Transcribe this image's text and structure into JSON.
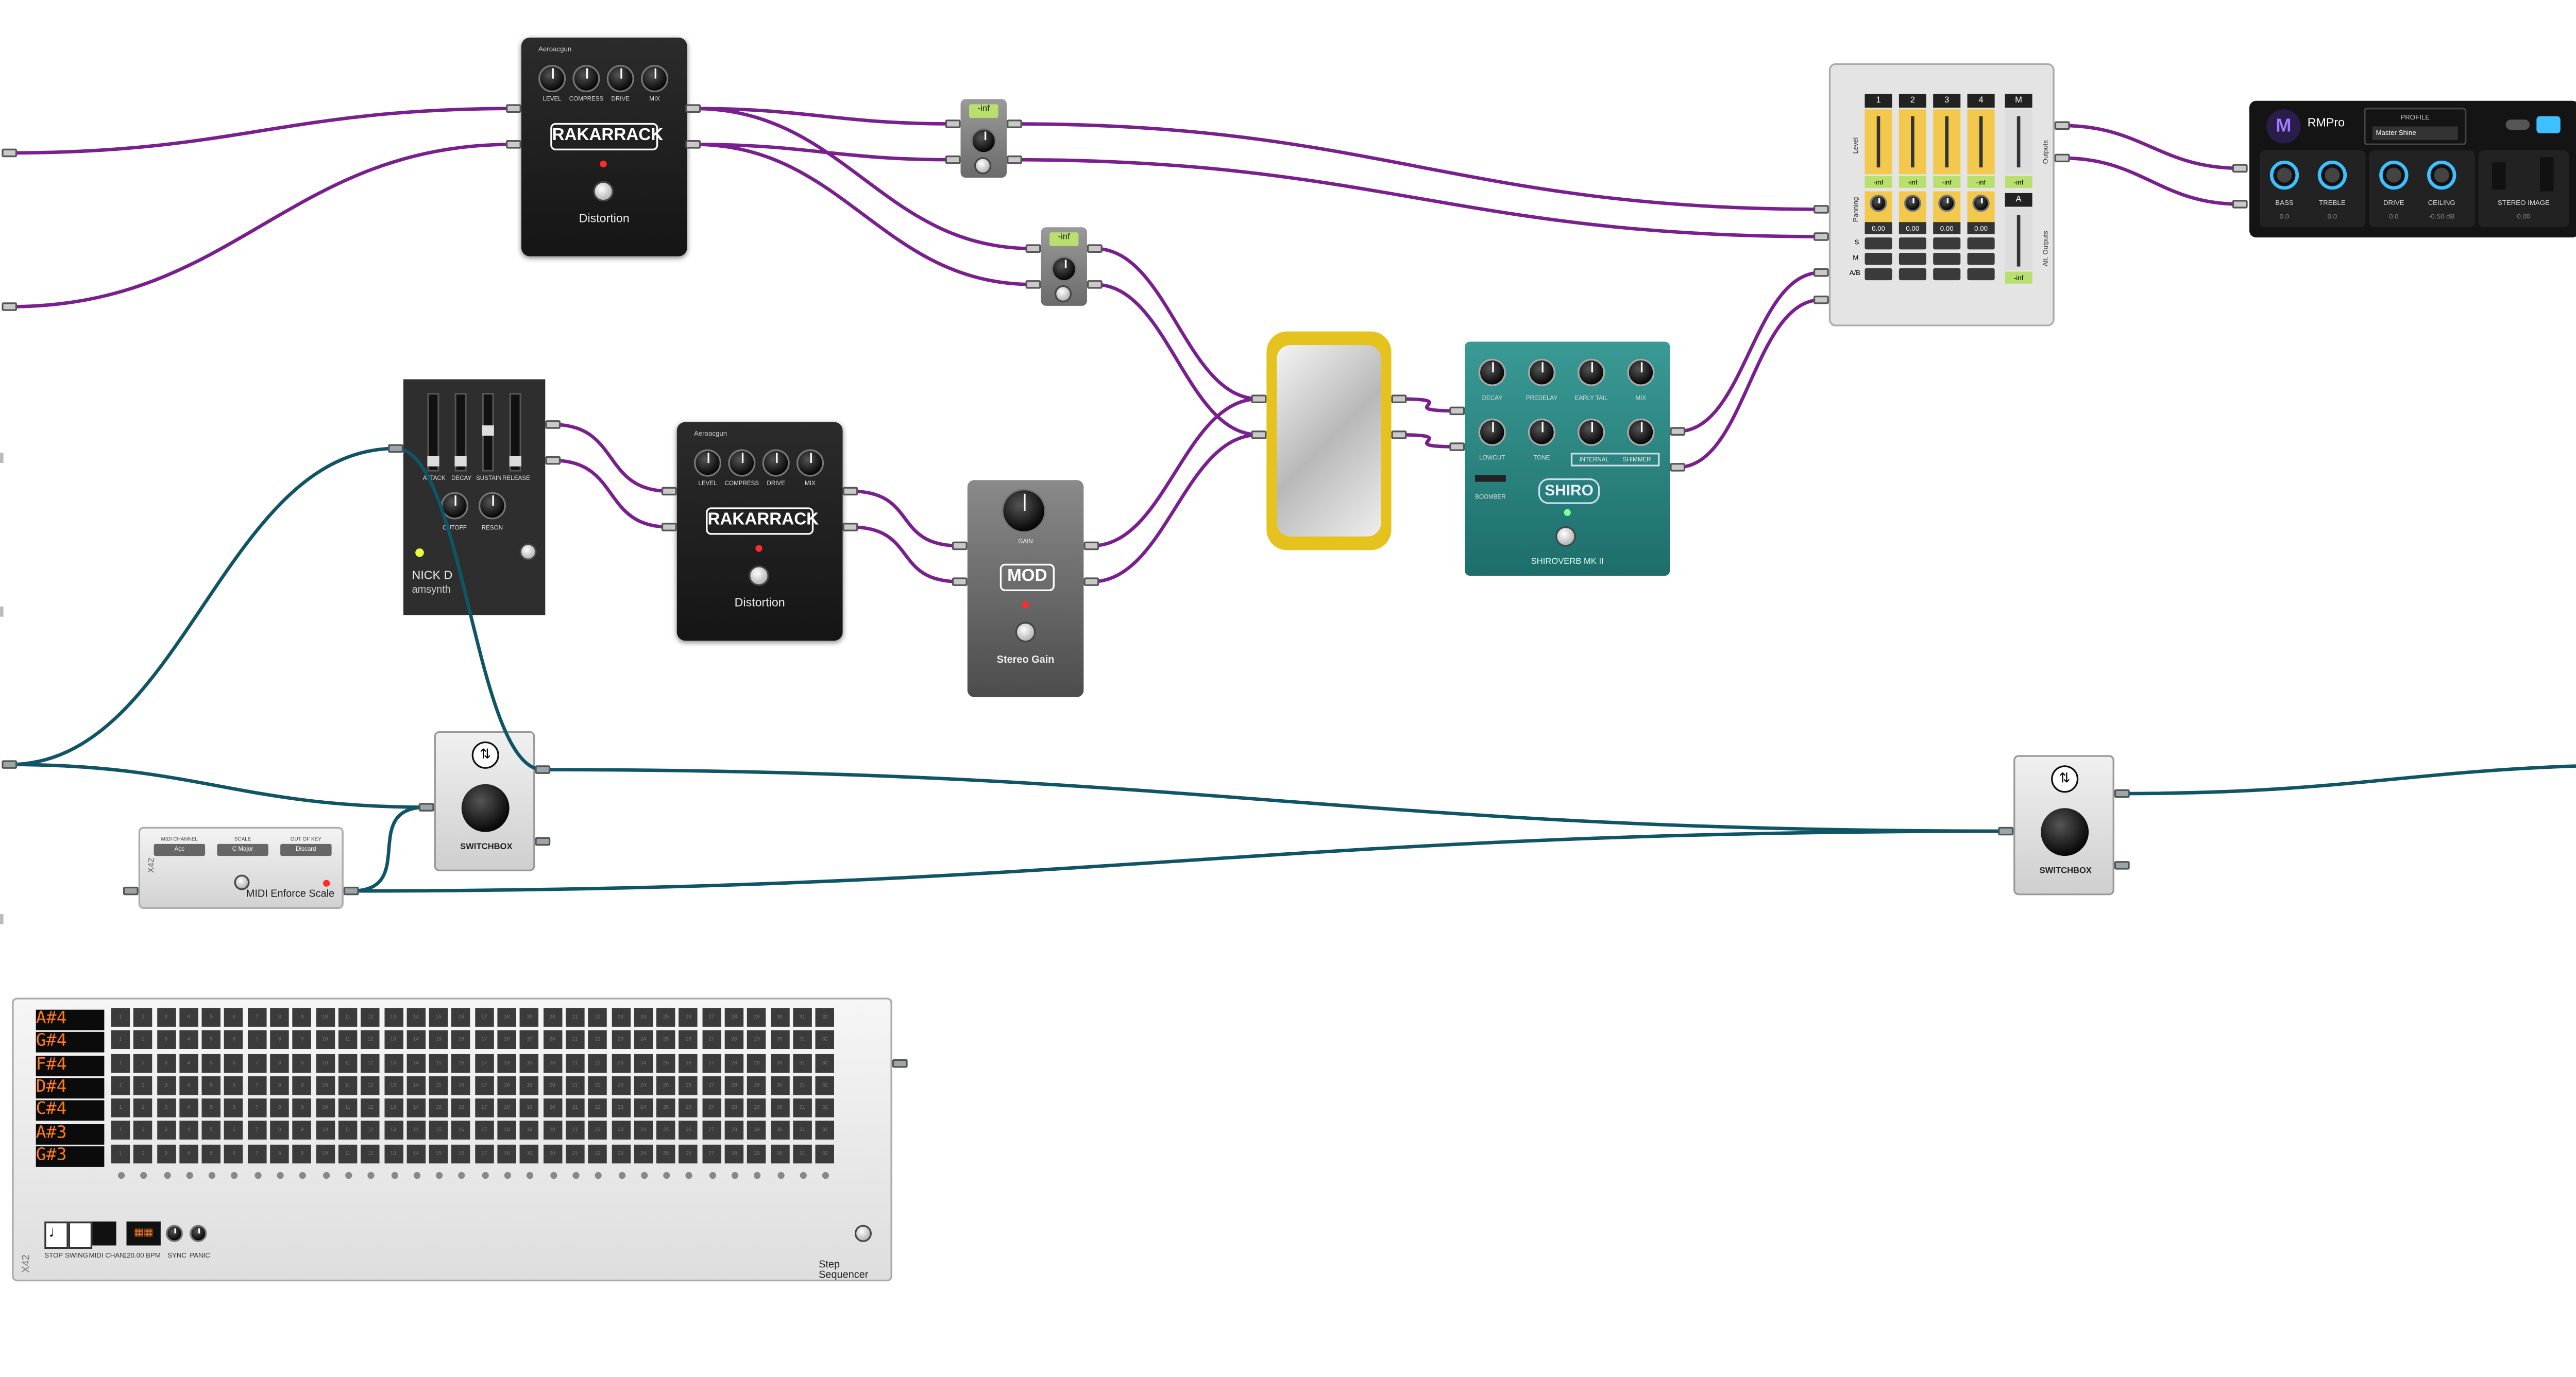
{
  "distortion1": {
    "brand": "Aeroacgun",
    "knobs": [
      "LEVEL",
      "COMPRESS",
      "DRIVE",
      "MIX"
    ],
    "badge": "RAKARRACK",
    "title": "Distortion"
  },
  "distortion2": {
    "brand": "Aeroacgun",
    "knobs": [
      "LEVEL",
      "COMPRESS",
      "DRIVE",
      "MIX"
    ],
    "badge": "RAKARRACK",
    "title": "Distortion"
  },
  "gain_mini1": {
    "display": "-inf"
  },
  "gain_mini2": {
    "display": "-inf"
  },
  "amsynth": {
    "sliders": [
      "ATTACK",
      "DECAY",
      "SUSTAIN",
      "RELEASE"
    ],
    "knobs": [
      "CUTOFF",
      "RESON"
    ],
    "name": "NICK D",
    "subtitle": "amsynth"
  },
  "stereo_gain": {
    "knob": "GAIN",
    "badge": "MOD",
    "title": "Stereo Gain"
  },
  "shiro": {
    "knobs_top": [
      "DECAY",
      "PREDELAY",
      "EARLY TAIL",
      "MIX"
    ],
    "knobs_bottom": [
      "LOWCUT",
      "TONE"
    ],
    "boomer": "BOOMBER",
    "modes": [
      "INTERNAL",
      "SHIMMER"
    ],
    "logo": "SHIRO",
    "title": "SHIROVERB MK II"
  },
  "mixer": {
    "channels": [
      "1",
      "2",
      "3",
      "4",
      "M"
    ],
    "levels": [
      "-inf",
      "-inf",
      "-inf",
      "-inf",
      "-inf"
    ],
    "values": [
      "0.00",
      "0.00",
      "0.00",
      "0.00"
    ],
    "side_labels": [
      "Level",
      "Panning",
      "Outputs",
      "Alt. Outputs"
    ],
    "rows": [
      "S",
      "M",
      "A/B"
    ],
    "aux": "A",
    "aux_level": "-inf"
  },
  "rmpro": {
    "logo": "RMPro",
    "profile_label": "PROFILE",
    "profile_value": "Master Shine",
    "knobs": [
      "BASS",
      "TREBLE",
      "DRIVE",
      "CEILING"
    ],
    "values": [
      "0.0",
      "0.0",
      "0.0",
      "-0.50 dB"
    ],
    "stereo": "STEREO IMAGE",
    "stereo_value": "0.00"
  },
  "switchbox1": {
    "title": "SWITCHBOX"
  },
  "switchbox2": {
    "title": "SWITCHBOX"
  },
  "midienforce": {
    "labels": [
      "MIDI CHANNEL",
      "SCALE",
      "OUT OF KEY"
    ],
    "values": [
      "Acc",
      "C Major",
      "Discard"
    ],
    "title": "MIDI Enforce Scale",
    "logo": "X42"
  },
  "sequencer": {
    "notes": [
      "A#4",
      "G#4",
      "F#4",
      "D#4",
      "C#4",
      "A#3",
      "G#3"
    ],
    "steps": [
      "1",
      "2",
      "3",
      "4",
      "5",
      "6",
      "7",
      "8",
      "9",
      "10",
      "11",
      "12",
      "13",
      "14",
      "15",
      "16",
      "17",
      "18",
      "19",
      "20",
      "21",
      "22",
      "23",
      "24",
      "25",
      "26",
      "27",
      "28",
      "29",
      "30",
      "31",
      "32"
    ],
    "controls": [
      "STOP",
      "SWING",
      "MIDI CHAN.",
      "120.00 BPM",
      "SYNC",
      "PANIC"
    ],
    "title": "Step Sequencer",
    "logo": "X42"
  },
  "colors": {
    "audio_cable": "#7a1f8e",
    "midi_cable": "#0f5566"
  },
  "cables": [
    {
      "type": "audio",
      "from": "system-in-1",
      "to": "distortion1-in-l"
    },
    {
      "type": "audio",
      "from": "system-in-2",
      "to": "distortion1-in-r"
    },
    {
      "type": "audio",
      "from": "distortion1-out-l",
      "to": "gain_mini1-in-l"
    },
    {
      "type": "audio",
      "from": "distortion1-out-r",
      "to": "gain_mini1-in-r"
    },
    {
      "type": "audio",
      "from": "distortion1-out-l",
      "to": "gain_mini2-in-l"
    },
    {
      "type": "audio",
      "from": "distortion1-out-r",
      "to": "gain_mini2-in-r"
    },
    {
      "type": "audio",
      "from": "gain_mini1-out-l",
      "to": "mixer-in-1"
    },
    {
      "type": "audio",
      "from": "gain_mini1-out-r",
      "to": "mixer-in-2"
    },
    {
      "type": "audio",
      "from": "gain_mini2-out-l",
      "to": "gold-in-l"
    },
    {
      "type": "audio",
      "from": "gain_mini2-out-r",
      "to": "gold-in-r"
    },
    {
      "type": "audio",
      "from": "amsynth-out-l",
      "to": "distortion2-in-l"
    },
    {
      "type": "audio",
      "from": "amsynth-out-r",
      "to": "distortion2-in-r"
    },
    {
      "type": "audio",
      "from": "distortion2-out-l",
      "to": "stereo_gain-in-l"
    },
    {
      "type": "audio",
      "from": "distortion2-out-r",
      "to": "stereo_gain-in-r"
    },
    {
      "type": "audio",
      "from": "stereo_gain-out-l",
      "to": "gold-in-l"
    },
    {
      "type": "audio",
      "from": "stereo_gain-out-r",
      "to": "gold-in-r"
    },
    {
      "type": "audio",
      "from": "gold-out-l",
      "to": "shiro-in-l"
    },
    {
      "type": "audio",
      "from": "gold-out-r",
      "to": "shiro-in-r"
    },
    {
      "type": "audio",
      "from": "shiro-out-l",
      "to": "mixer-in-3"
    },
    {
      "type": "audio",
      "from": "shiro-out-r",
      "to": "mixer-in-4"
    },
    {
      "type": "audio",
      "from": "mixer-out-l",
      "to": "rmpro-in-l"
    },
    {
      "type": "audio",
      "from": "mixer-out-r",
      "to": "rmpro-in-r"
    },
    {
      "type": "audio",
      "from": "rmpro-out-l",
      "to": "system-out-1"
    },
    {
      "type": "audio",
      "from": "rmpro-out-r",
      "to": "system-out-2"
    },
    {
      "type": "midi",
      "from": "system-midi-in",
      "to": "amsynth-midi-in"
    },
    {
      "type": "midi",
      "from": "system-midi-in",
      "to": "switchbox1-in"
    },
    {
      "type": "midi",
      "from": "amsynth-midi-in",
      "to": "switchbox1-out"
    },
    {
      "type": "midi",
      "from": "switchbox1-out",
      "to": "switchbox2-in"
    },
    {
      "type": "midi",
      "from": "midienforce-out",
      "to": "switchbox1-in"
    },
    {
      "type": "midi",
      "from": "midienforce-out",
      "to": "switchbox2-in"
    },
    {
      "type": "midi",
      "from": "midienforce-in",
      "to": "sequencer-in"
    },
    {
      "type": "midi",
      "from": "sequencer-out",
      "to": "sequencer-loop"
    },
    {
      "type": "midi",
      "from": "switchbox2-out",
      "to": "system-midi-out"
    }
  ]
}
